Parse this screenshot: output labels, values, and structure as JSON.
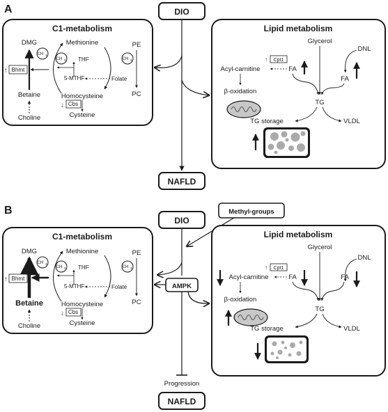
{
  "panels": [
    {
      "letter": "A",
      "dio": "DIO",
      "nafld": "NAFLD",
      "c1": {
        "title": "C1-metabolism",
        "dmg": "DMG",
        "bhmt": "Bhmt",
        "betaine": "Betaine",
        "choline": "Choline",
        "methionine": "Methionine",
        "thf": "THF",
        "mthf": "5-MTHF",
        "folate": "Folate",
        "homocysteine": "Homocysteine",
        "cbs": "Cbs",
        "cysteine": "Cysteine",
        "pe": "PE",
        "pc": "PC",
        "ch3": "CH",
        "ch3_sub": "3"
      },
      "lipid": {
        "title": "Lipid metabolism",
        "glycerol": "Glycerol",
        "dnl": "DNL",
        "cpt1": "Cpt1",
        "acyl_carnitine": "Acyl-carnitine",
        "fa_left": "FA",
        "fa_right": "FA",
        "beta_oxidation": "β-oxidation",
        "tg": "TG",
        "tg_storage": "TG storage",
        "vldl": "VLDL"
      }
    },
    {
      "letter": "B",
      "dio": "DIO",
      "nafld": "NAFLD",
      "methyl_groups": "Methyl-groups",
      "ampk": "AMPK",
      "progression": "Progression",
      "c1": {
        "title": "C1-metabolism",
        "dmg": "DMG",
        "bhmt": "Bhmt",
        "betaine": "Betaine",
        "choline": "Choline",
        "methionine": "Methionine",
        "thf": "THF",
        "mthf": "5-MTHF",
        "folate": "Folate",
        "homocysteine": "Homocysteine",
        "cbs": "Cbs",
        "cysteine": "Cysteine",
        "pe": "PE",
        "pc": "PC",
        "ch3": "CH",
        "ch3_sub": "3"
      },
      "lipid": {
        "title": "Lipid metabolism",
        "glycerol": "Glycerol",
        "dnl": "DNL",
        "cpt1": "Cpt1",
        "acyl_carnitine": "Acyl-carnitine",
        "fa_left": "FA",
        "fa_right": "FA",
        "beta_oxidation": "β-oxidation",
        "tg": "TG",
        "tg_storage": "TG storage",
        "vldl": "VLDL"
      }
    }
  ]
}
